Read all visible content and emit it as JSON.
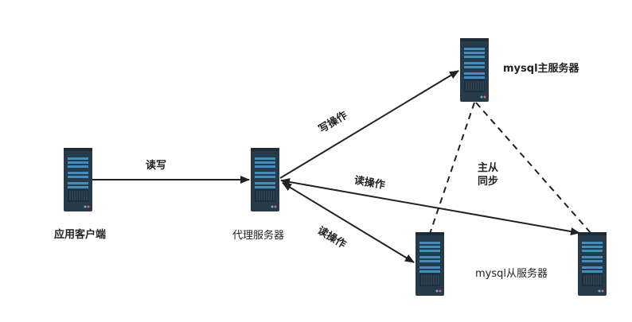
{
  "nodes": {
    "client": {
      "label": "应用客户端"
    },
    "proxy": {
      "label": "代理服务器"
    },
    "master": {
      "label": "mysql主服务器"
    },
    "slave": {
      "label": "mysql从服务器"
    }
  },
  "edges": {
    "client_proxy": {
      "label": "读写"
    },
    "proxy_master": {
      "label": "写操作"
    },
    "proxy_slave_right": {
      "label": "读操作"
    },
    "proxy_slave_bottom": {
      "label": "读操作"
    },
    "replication": {
      "line1": "主从",
      "line2": "同步"
    }
  },
  "colors": {
    "server_body": "#263a4a",
    "server_slot": "#3f8fc0",
    "arrow": "#222222"
  }
}
